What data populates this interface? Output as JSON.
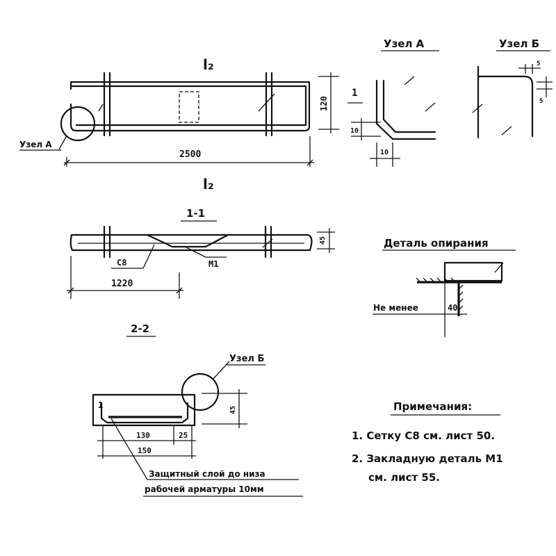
{
  "main_view": {
    "label_top": "l₂",
    "label_bottom": "l₂",
    "dim_length": "2500",
    "dim_height": "120",
    "node_a_callout": "Узел А"
  },
  "node_a": {
    "title": "Узел А",
    "label_1": "1",
    "dim_vert": "10",
    "dim_horiz": "10"
  },
  "node_b": {
    "title": "Узел Б",
    "dim_top": "5",
    "dim_side": "5"
  },
  "section_1_1": {
    "title": "1-1",
    "dim_height": "45",
    "label_c8": "С8",
    "label_m1": "М1",
    "dim_length": "1220"
  },
  "support_detail": {
    "title": "Деталь опирания",
    "min_label": "Не менее",
    "dim": "40"
  },
  "section_2_2": {
    "title": "2-2",
    "node_b_callout": "Узел Б",
    "label_1": "1",
    "dim_height": "45",
    "dim_inner": "130",
    "dim_edge": "25",
    "dim_total": "150",
    "cover_note_line1": "Защитный слой до низа",
    "cover_note_line2": "рабочей арматуры 10мм"
  },
  "notes": {
    "title": "Примечания:",
    "item1": "1. Сетку С8 см. лист 50.",
    "item2_line1": "2. Закладную деталь М1",
    "item2_line2": "см. лист 55."
  }
}
